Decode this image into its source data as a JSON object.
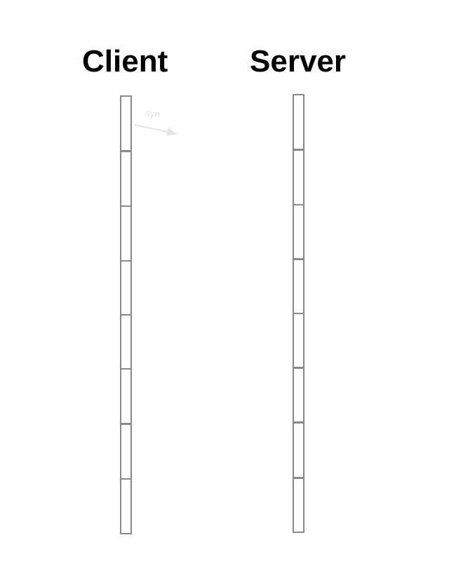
{
  "headings": {
    "client": "Client",
    "server": "Server"
  },
  "message": {
    "label": "syn",
    "color": "#e4e4e4"
  },
  "lifelines": {
    "color": "#8a8a8a",
    "client_segments": 8,
    "server_segments": 8
  }
}
